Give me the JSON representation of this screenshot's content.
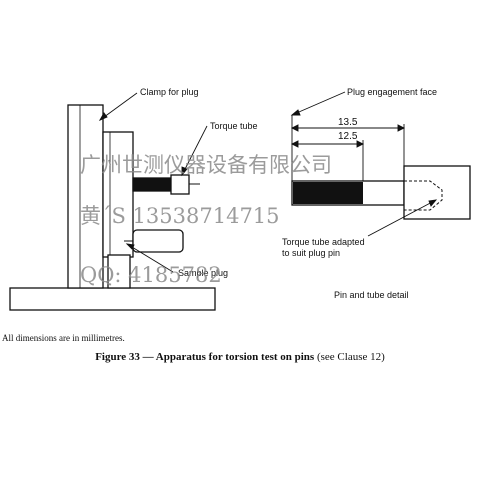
{
  "labels": {
    "clamp_for_plug": "Clamp for plug",
    "torque_tube": "Torque tube",
    "sample_plug": "Sample plug",
    "plug_engagement_face": "Plug engagement face",
    "dim_outer": "13.5",
    "dim_inner": "12.5",
    "adapted_line1": "Torque tube adapted",
    "adapted_line2": "to suit plug pin",
    "pin_tube_detail": "Pin and tube detail"
  },
  "watermark": {
    "line1": "广州世测仪器设备有限公司",
    "line2": "黄ˊS  13538714715",
    "line3": "QQ:  4185782"
  },
  "notes": {
    "dimensions": "All dimensions are in millimetres."
  },
  "caption": {
    "bold": "Figure 33 — Apparatus for torsion test on pins",
    "regular": " (see Clause 12)"
  }
}
